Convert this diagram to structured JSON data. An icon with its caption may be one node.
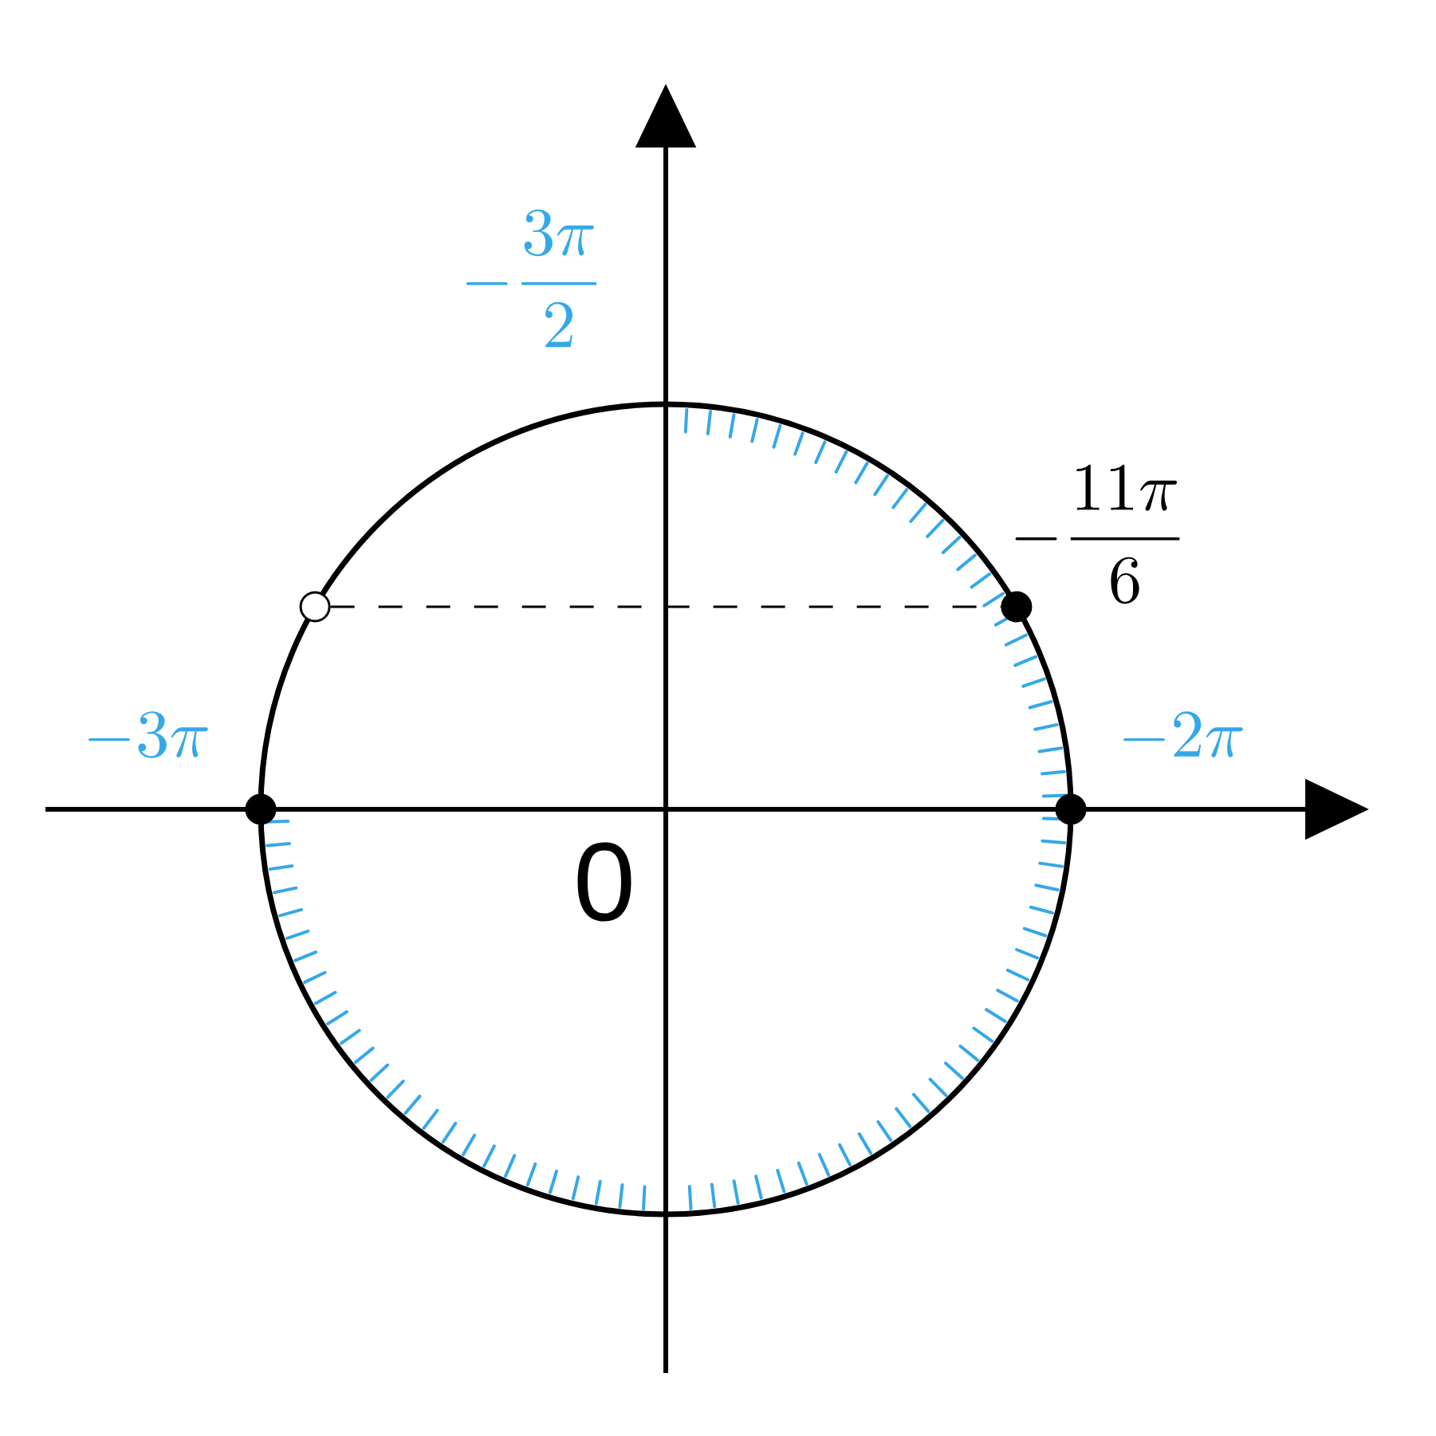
{
  "diagram": {
    "nodes": [
      {
        "text": [],
        "shape": "circle"
      },
      {
        "text": [],
        "shape": "dot"
      },
      {
        "text": [],
        "shape": "dot"
      },
      {
        "text": [],
        "shape": "dot"
      }
    ],
    "edges": [
      {
        "from": 0,
        "to": 1,
        "arrow": "none",
        "style": "dashed"
      }
    ],
    "labels": [
      "-\\frac{3\\pi}{2}",
      "-\\frac{11\\pi}{6}",
      "-3\\pi",
      "-2\\pi",
      "0"
    ]
  }
}
